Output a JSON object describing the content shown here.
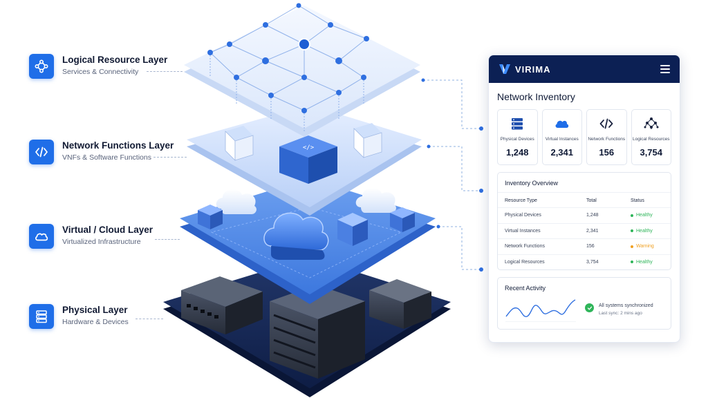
{
  "layers": [
    {
      "title": "Logical Resource Layer",
      "subtitle": "Services & Connectivity",
      "icon": "network-nodes-icon"
    },
    {
      "title": "Network Functions Layer",
      "subtitle": "VNFs & Software Functions",
      "icon": "code-icon"
    },
    {
      "title": "Virtual / Cloud Layer",
      "subtitle": "Virtualized Infrastructure",
      "icon": "cloud-icon"
    },
    {
      "title": "Physical Layer",
      "subtitle": "Hardware & Devices",
      "icon": "server-icon"
    }
  ],
  "panel": {
    "brand": "VIRIMA",
    "title": "Network Inventory",
    "stats": [
      {
        "label": "Physical Devices",
        "value": "1,248",
        "icon": "server-icon"
      },
      {
        "label": "Virtual Instances",
        "value": "2,341",
        "icon": "cloud-icon"
      },
      {
        "label": "Network Functions",
        "value": "156",
        "icon": "code-icon"
      },
      {
        "label": "Logical Resources",
        "value": "3,754",
        "icon": "network-nodes-icon"
      }
    ],
    "overview": {
      "title": "Inventory Overview",
      "columns": [
        "Resource Type",
        "Total",
        "Status"
      ],
      "rows": [
        {
          "type": "Physical Devices",
          "total": "1,248",
          "status": "Healthy"
        },
        {
          "type": "Virtual Instances",
          "total": "2,341",
          "status": "Healthy"
        },
        {
          "type": "Network Functions",
          "total": "156",
          "status": "Warning"
        },
        {
          "type": "Logical Resources",
          "total": "3,754",
          "status": "Healthy"
        }
      ]
    },
    "activity": {
      "title": "Recent Activity",
      "message": "All systems synchronized",
      "sub": "Last sync: 2 mins ago"
    }
  },
  "colors": {
    "accent": "#1f6ee8",
    "navy": "#0c2054",
    "healthy": "#2fb55a",
    "warning": "#f0a020"
  }
}
